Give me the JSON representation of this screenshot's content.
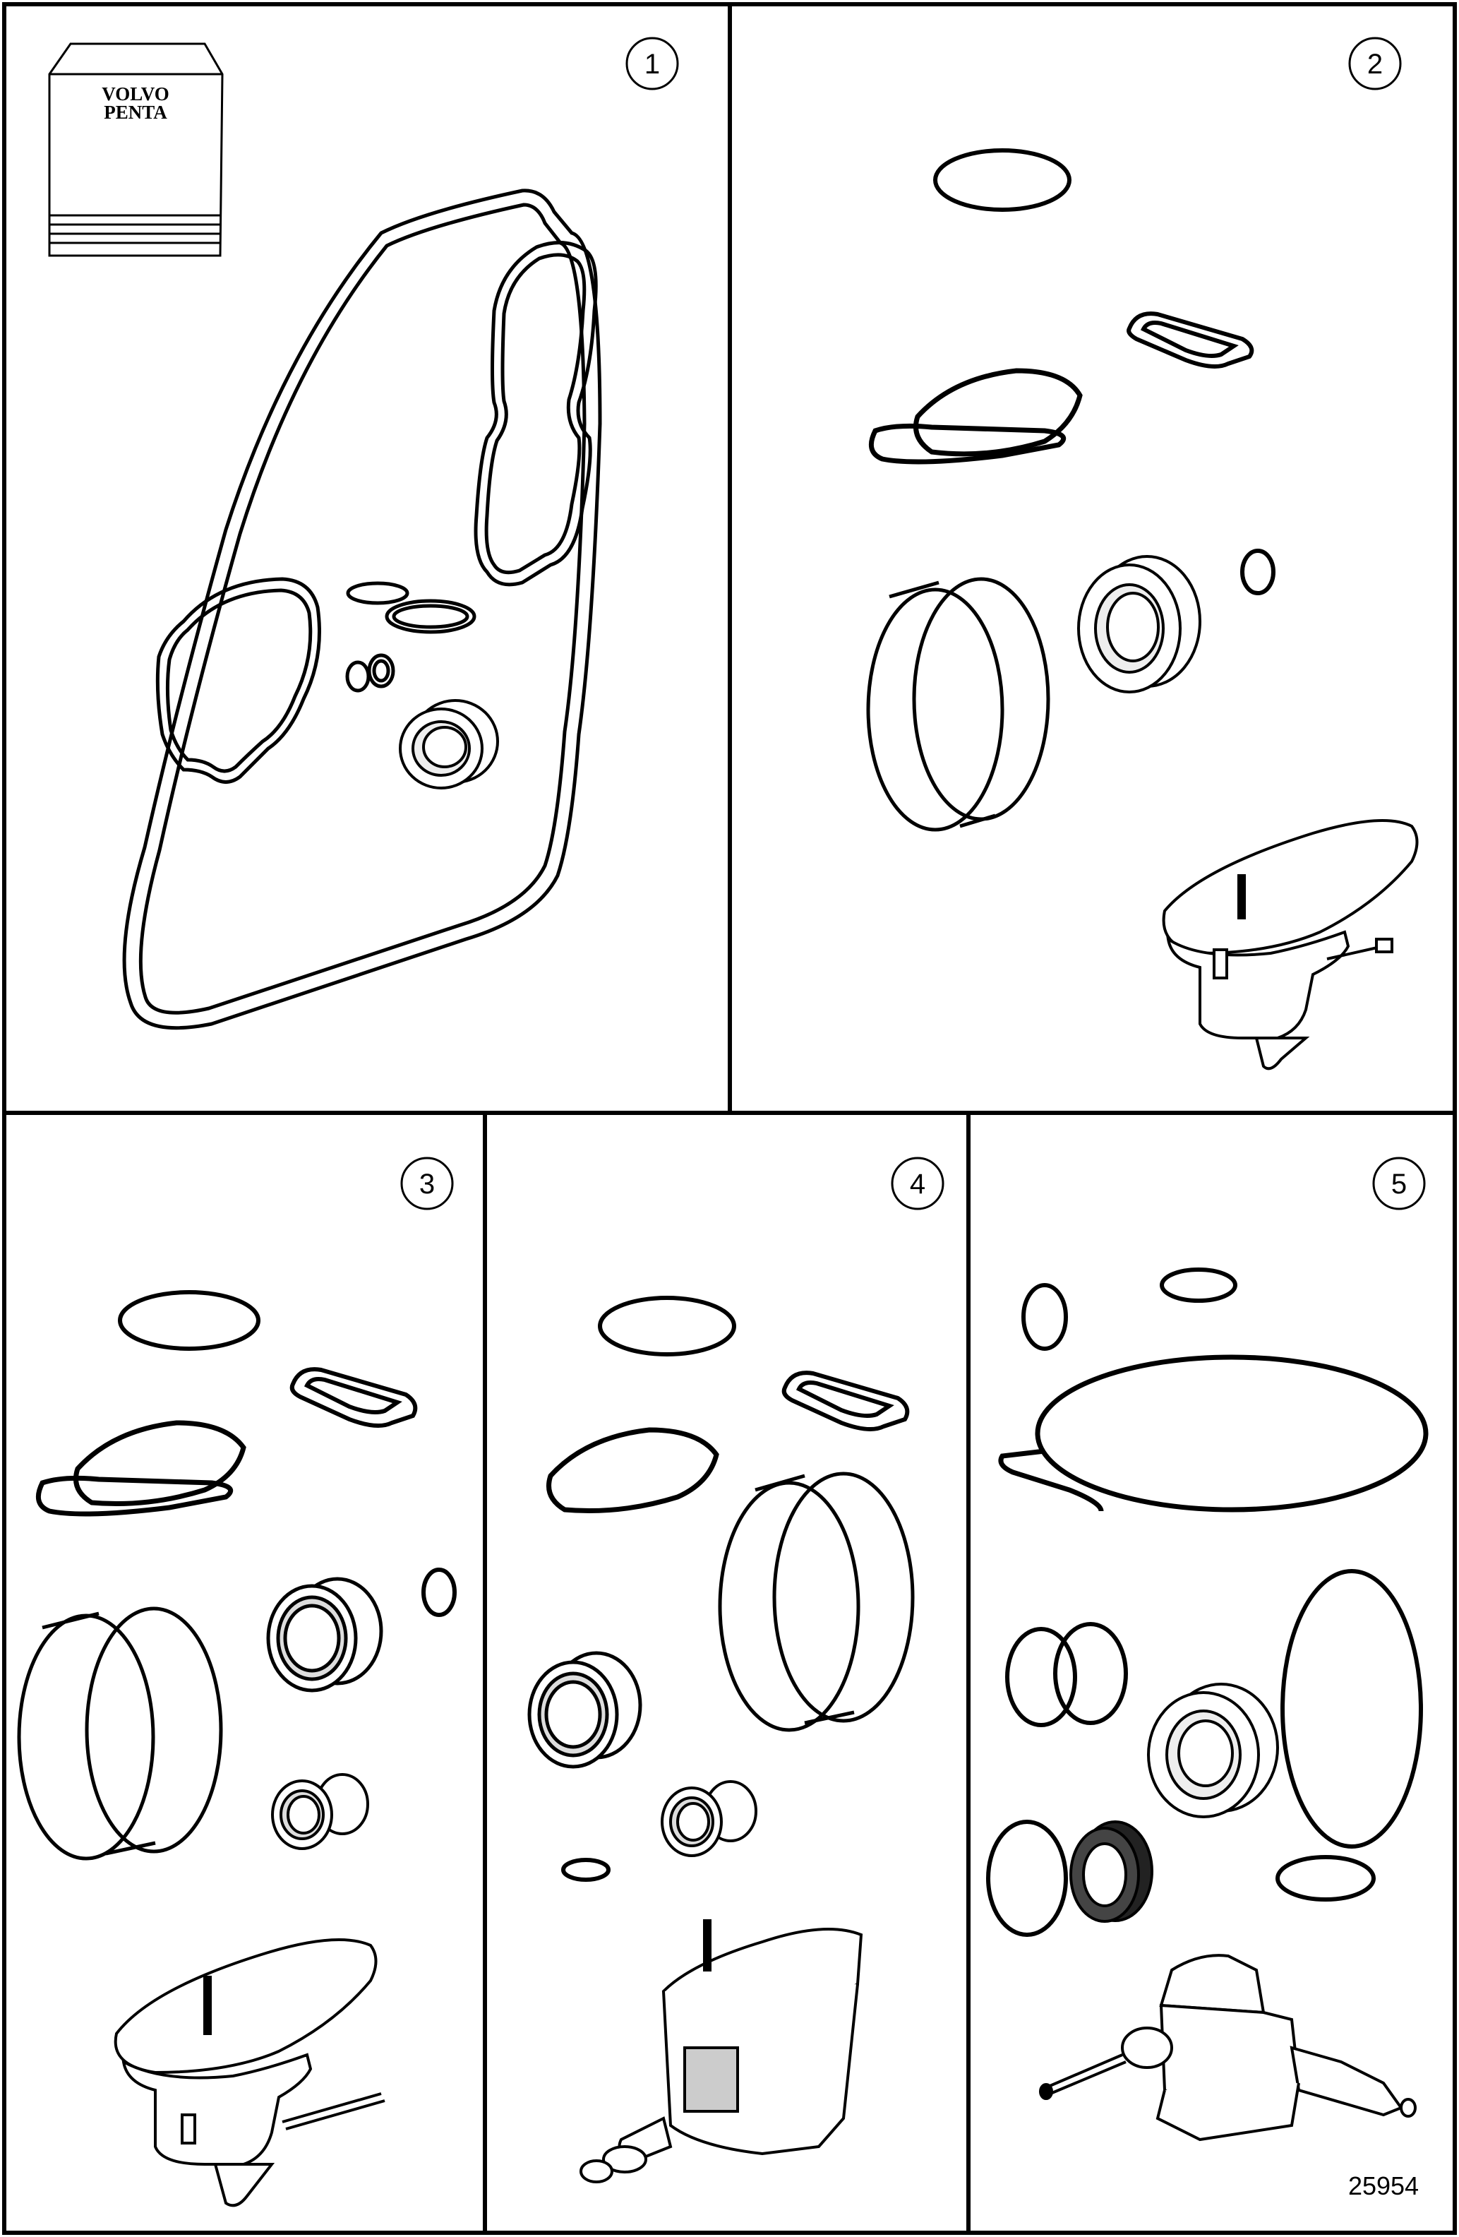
{
  "panels": [
    {
      "number": "1"
    },
    {
      "number": "2"
    },
    {
      "number": "3"
    },
    {
      "number": "4"
    },
    {
      "number": "5"
    }
  ],
  "brand": {
    "line1": "VOLVO",
    "line2": "PENTA"
  },
  "figure_id": "25954",
  "colors": {
    "line": "#000000",
    "background": "#ffffff"
  }
}
